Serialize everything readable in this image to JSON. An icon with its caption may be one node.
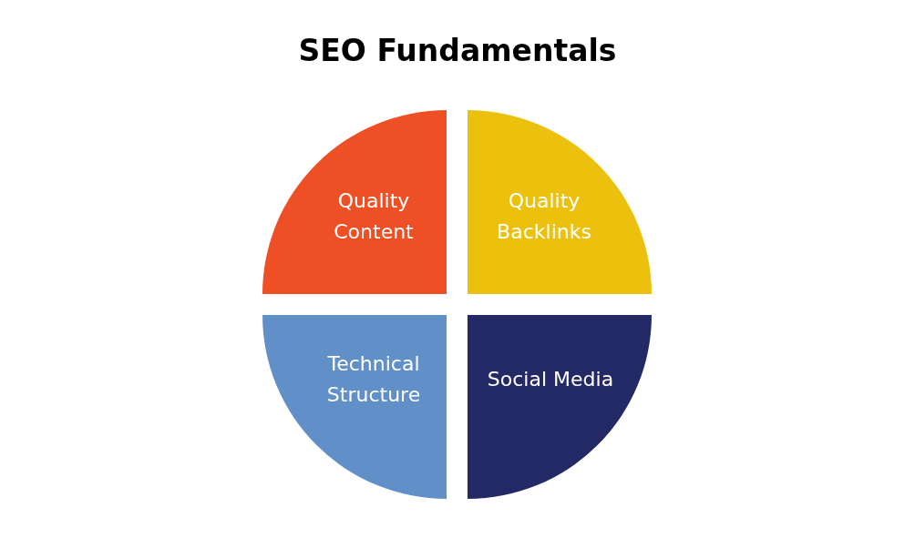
{
  "diagram": {
    "title": "SEO Fundamentals",
    "nodes": [
      {
        "text": [
          "Quality Content"
        ]
      },
      {
        "text": [
          "Quality Backlinks"
        ]
      },
      {
        "text": [
          "Technical Structure"
        ]
      },
      {
        "text": [
          "Social Media"
        ]
      }
    ]
  }
}
